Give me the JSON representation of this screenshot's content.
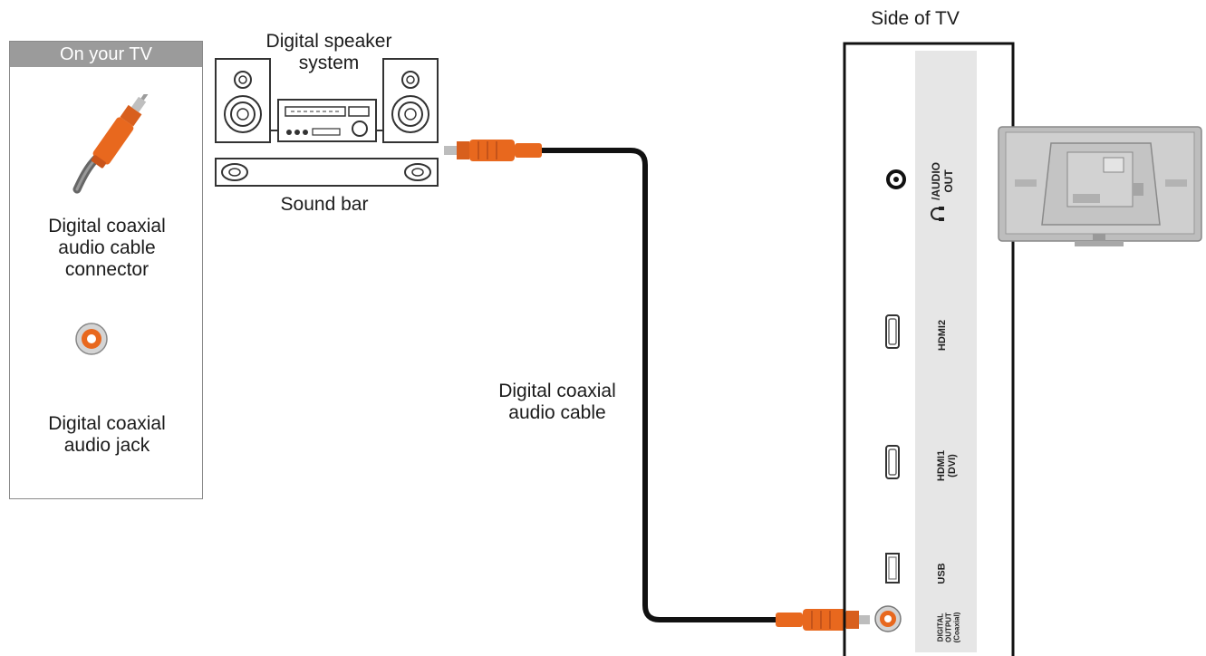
{
  "legend": {
    "header": "On your TV",
    "connector_label": [
      "Digital coaxial",
      "audio cable",
      "connector"
    ],
    "jack_label": [
      "Digital coaxial",
      "audio jack"
    ]
  },
  "speaker_system_label": [
    "Digital speaker",
    "system"
  ],
  "sound_bar_label": "Sound bar",
  "cable_label": [
    "Digital coaxial",
    "audio cable"
  ],
  "tv_side_label": "Side of TV",
  "ports": {
    "audio_out": [
      "/AUDIO",
      "OUT"
    ],
    "hdmi2": "HDMI2",
    "hdmi1": [
      "HDMI1",
      "(DVI)"
    ],
    "usb": "USB",
    "digital_output": [
      "DIGITAL",
      "OUTPUT",
      "(Coaxial)"
    ]
  },
  "colors": {
    "connector_orange": "#e8681e",
    "panel_gray": "#e6e6e6",
    "header_gray": "#9b9b9b",
    "cable_black": "#111111"
  },
  "icons": [
    "rca-plug-icon",
    "coaxial-jack-icon",
    "speaker-system-icon",
    "sound-bar-icon",
    "tv-back-icon",
    "headphone-icon",
    "hdmi-port-icon",
    "usb-port-icon"
  ]
}
